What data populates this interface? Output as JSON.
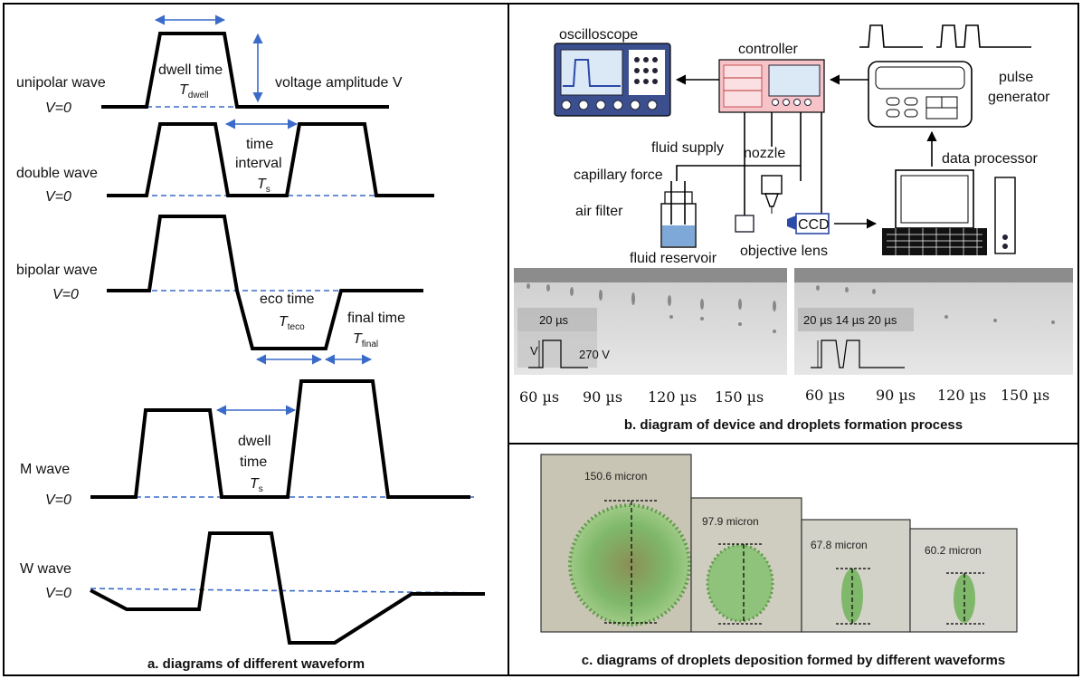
{
  "panel_a": {
    "caption": "a. diagrams of different waveform",
    "unipolar": {
      "name": "unipolar wave",
      "zero": "V=0",
      "dwell": "dwell time",
      "t_dwell": "T",
      "t_dwell_sub": "dwell",
      "amplitude": "voltage amplitude V"
    },
    "double": {
      "name": "double wave",
      "zero": "V=0",
      "interval1": "time",
      "interval2": "interval",
      "ts": "T",
      "ts_sub": "s"
    },
    "bipolar": {
      "name": "bipolar wave",
      "zero": "V=0",
      "eco": "eco time",
      "teco": "T",
      "teco_sub": "teco",
      "final": "final time",
      "tfinal": "T",
      "tfinal_sub": "final"
    },
    "m": {
      "name": "M wave",
      "zero": "V=0",
      "dwell1": "dwell",
      "dwell2": "time",
      "ts": "T",
      "ts_sub": "s"
    },
    "w": {
      "name": "W wave",
      "zero": "V=0"
    }
  },
  "panel_b": {
    "caption": "b. diagram of device and droplets formation process",
    "oscilloscope": "oscilloscope",
    "controller": "controller",
    "pulse_generator_1": "pulse",
    "pulse_generator_2": "generator",
    "fluid_supply": "fluid supply",
    "nozzle": "nozzle",
    "data_processor": "data processor",
    "capillary_force": "capillary force",
    "air_filter": "air filter",
    "fluid_reservoir": "fluid reservoir",
    "objective_lens": "objective lens",
    "ccd": "CCD",
    "left_photo": {
      "time": "20 µs",
      "voltage": "270 V",
      "v_axis": "V"
    },
    "right_photo": {
      "time": "20 µs 14 µs 20 µs"
    },
    "time_labels_left": [
      "60 µs",
      "90 µs",
      "120 µs",
      "150 µs"
    ],
    "time_labels_right": [
      "60 µs",
      "90 µs",
      "120 µs",
      "150 µs"
    ]
  },
  "panel_c": {
    "caption": "c. diagrams of droplets deposition formed by different waveforms",
    "droplets": [
      {
        "label": "150.6 micron"
      },
      {
        "label": "97.9 micron"
      },
      {
        "label": "67.8 micron"
      },
      {
        "label": "60.2 micron"
      }
    ]
  },
  "colors": {
    "baseline": "#3a6bc8",
    "droplet": "#7fb86a",
    "controller": "#f6c3c9",
    "screen": "#dbe8f6"
  }
}
